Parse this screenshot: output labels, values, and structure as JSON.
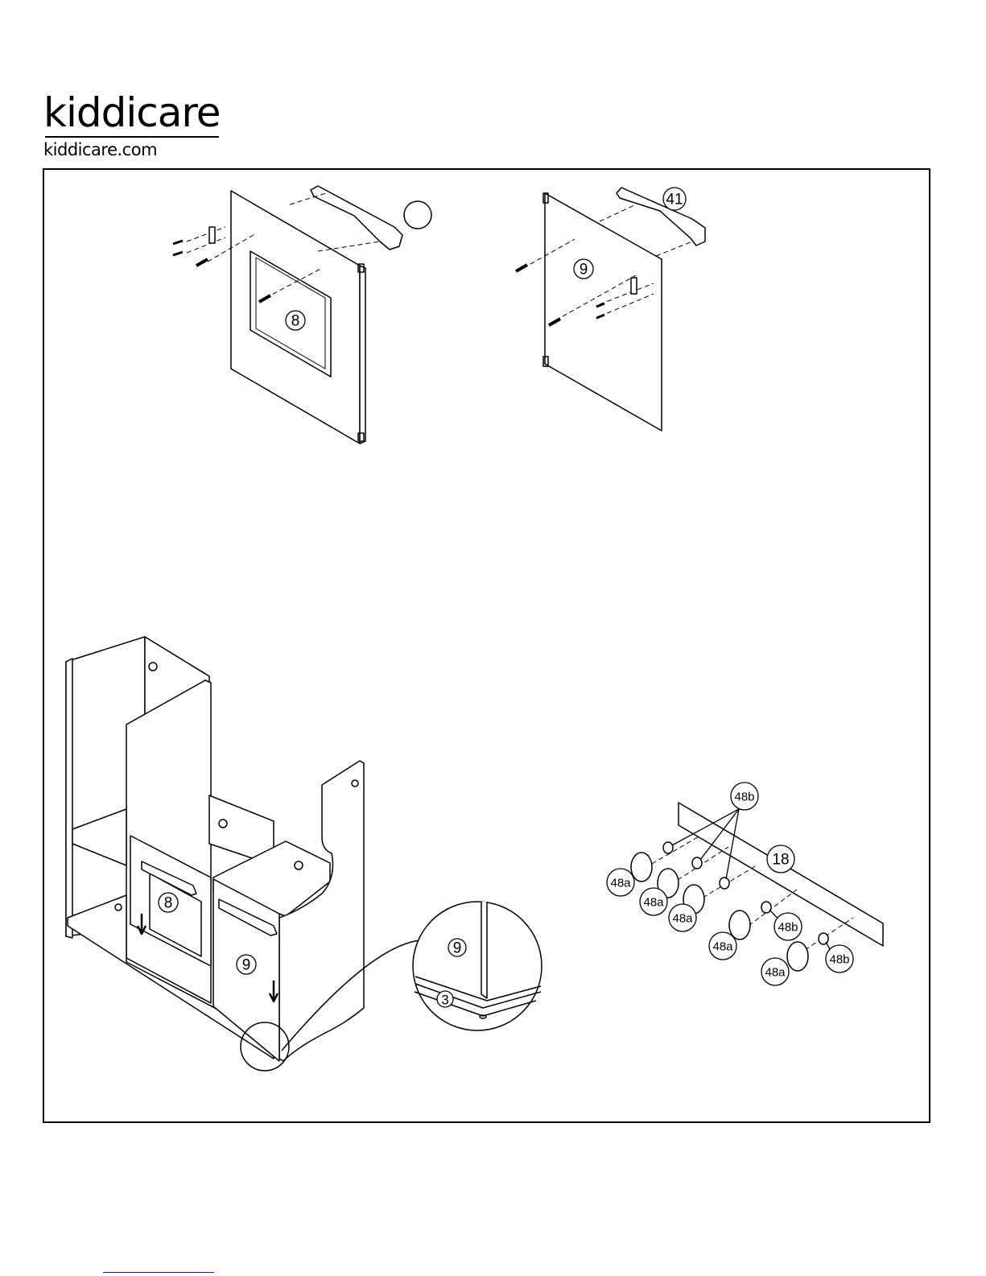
{
  "brand": {
    "logo_text": "kiddicare",
    "website": "kiddicare.com"
  },
  "labels": {
    "panel_left": "8",
    "panel_right": "9",
    "handle_right": "41",
    "assembled_door_left": "8",
    "assembled_door_right": "9",
    "zoom_panel": "9",
    "zoom_base": "3",
    "rail": "18",
    "knob_a": "48a",
    "knob_b": "48b"
  },
  "colors": {
    "ink": "#000000",
    "paper": "#ffffff",
    "link": "#1a1aa6"
  }
}
